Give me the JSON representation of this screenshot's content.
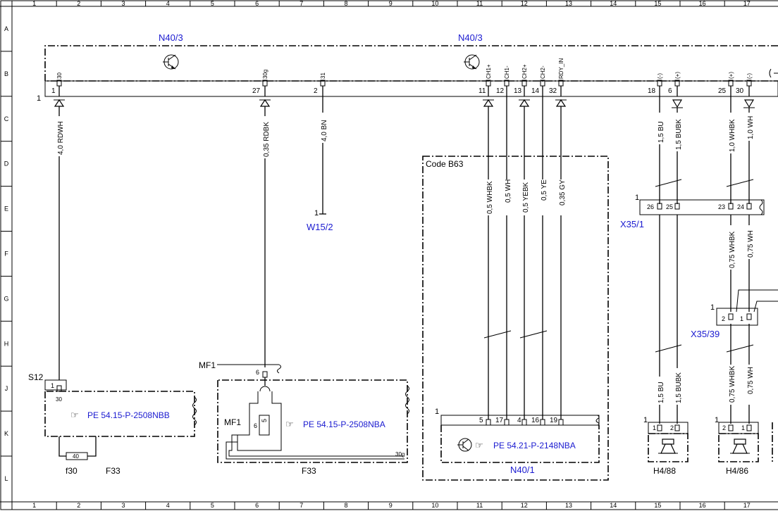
{
  "grid": {
    "columns": [
      "1",
      "2",
      "3",
      "4",
      "5",
      "6",
      "7",
      "8",
      "9",
      "10",
      "11",
      "12",
      "13",
      "14",
      "15",
      "16",
      "17"
    ],
    "rows": [
      "A",
      "B",
      "C",
      "D",
      "E",
      "F",
      "G",
      "H",
      "J",
      "K",
      "L"
    ]
  },
  "components": {
    "n40_3_left": "N40/3",
    "n40_3_right": "N40/3",
    "w15_2": "W15/2",
    "x35_1": "X35/1",
    "x35_39": "X35/39",
    "n40_1": "N40/1",
    "h4_88": "H4/88",
    "h4_86": "H4/86",
    "s12": "S12",
    "mf1_top": "MF1",
    "mf1_inner": "MF1",
    "f30": "f30",
    "f33_left": "F33",
    "f33_mid": "F33",
    "code_b63": "Code B63"
  },
  "connector_numbers": {
    "main": "1",
    "w15_2": "1",
    "x35_1": "1",
    "x35_39": "1",
    "n40_1": "1",
    "h4_88": "1",
    "h4_86": "1",
    "s12": "1"
  },
  "pins_top": [
    {
      "name": "30",
      "num": "1"
    },
    {
      "name": "30g",
      "num": "27"
    },
    {
      "name": "31",
      "num": "2"
    },
    {
      "name": "CH1+",
      "num": "11"
    },
    {
      "name": "CH1-",
      "num": "12"
    },
    {
      "name": "CH2+",
      "num": "13"
    },
    {
      "name": "CH2-",
      "num": "14"
    },
    {
      "name": "RDY_IN",
      "num": "32"
    },
    {
      "name": "(-)",
      "num": "18"
    },
    {
      "name": "(+)",
      "num": "6"
    },
    {
      "name": "(+)",
      "num": "25"
    },
    {
      "name": "(-)",
      "num": "30"
    }
  ],
  "wires": [
    {
      "label": "4,0 RDWH"
    },
    {
      "label": "0,35 RDBK"
    },
    {
      "label": "4,0 BN"
    },
    {
      "label": "0,5 WHBK"
    },
    {
      "label": "0,5 WH"
    },
    {
      "label": "0,5 YEBK"
    },
    {
      "label": "0,5 YE"
    },
    {
      "label": "0,35 GY"
    },
    {
      "label": "1,5 BU"
    },
    {
      "label": "1,5 BUBK"
    },
    {
      "label": "1,0 WHBK"
    },
    {
      "label": "1,0 WH"
    },
    {
      "label": "0,75 WHBK"
    },
    {
      "label": "0,75 WH"
    },
    {
      "label": "1,5 BU"
    },
    {
      "label": "1,5 BUBK"
    },
    {
      "label": "0,75 WHBK"
    },
    {
      "label": "0,75 WH"
    }
  ],
  "x35_1_pins": [
    "26",
    "25",
    "23",
    "24"
  ],
  "x35_39_pins": [
    "2",
    "1"
  ],
  "n40_1_pins": [
    "5",
    "17",
    "4",
    "16",
    "19"
  ],
  "h4_88_pins": [
    "1",
    "2"
  ],
  "h4_86_pins": [
    "2",
    "1"
  ],
  "s12_pin": "30",
  "mf1_pin": "6",
  "mf1_inner_pins": [
    "6",
    "5"
  ],
  "f30_value": "40",
  "mf1_ground": "30g",
  "references": {
    "s12": "PE 54.15-P-2508NBB",
    "mf1": "PE 54.15-P-2508NBA",
    "n40_1": "PE 54.21-P-2148NBA"
  }
}
